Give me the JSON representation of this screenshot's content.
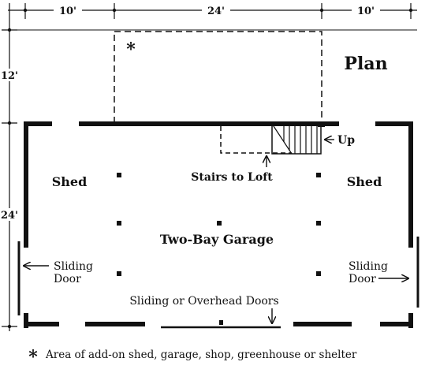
{
  "dimensions": {
    "top_left": "10'",
    "top_middle": "24'",
    "top_right": "10'",
    "left_upper": "12'",
    "left_lower": "24'"
  },
  "title": "Plan",
  "rooms": {
    "shed_left": "Shed",
    "shed_right": "Shed",
    "garage": "Two-Bay Garage",
    "stairs": "Stairs to Loft",
    "up": "Up"
  },
  "doors": {
    "left_line1": "Sliding",
    "left_line2": "Door",
    "right_line1": "Sliding",
    "right_line2": "Door",
    "front": "Sliding or Overhead Doors"
  },
  "addon_marker": "*",
  "footnote": {
    "symbol": "*",
    "text": "Area of add-on shed, garage, shop, greenhouse or shelter"
  }
}
